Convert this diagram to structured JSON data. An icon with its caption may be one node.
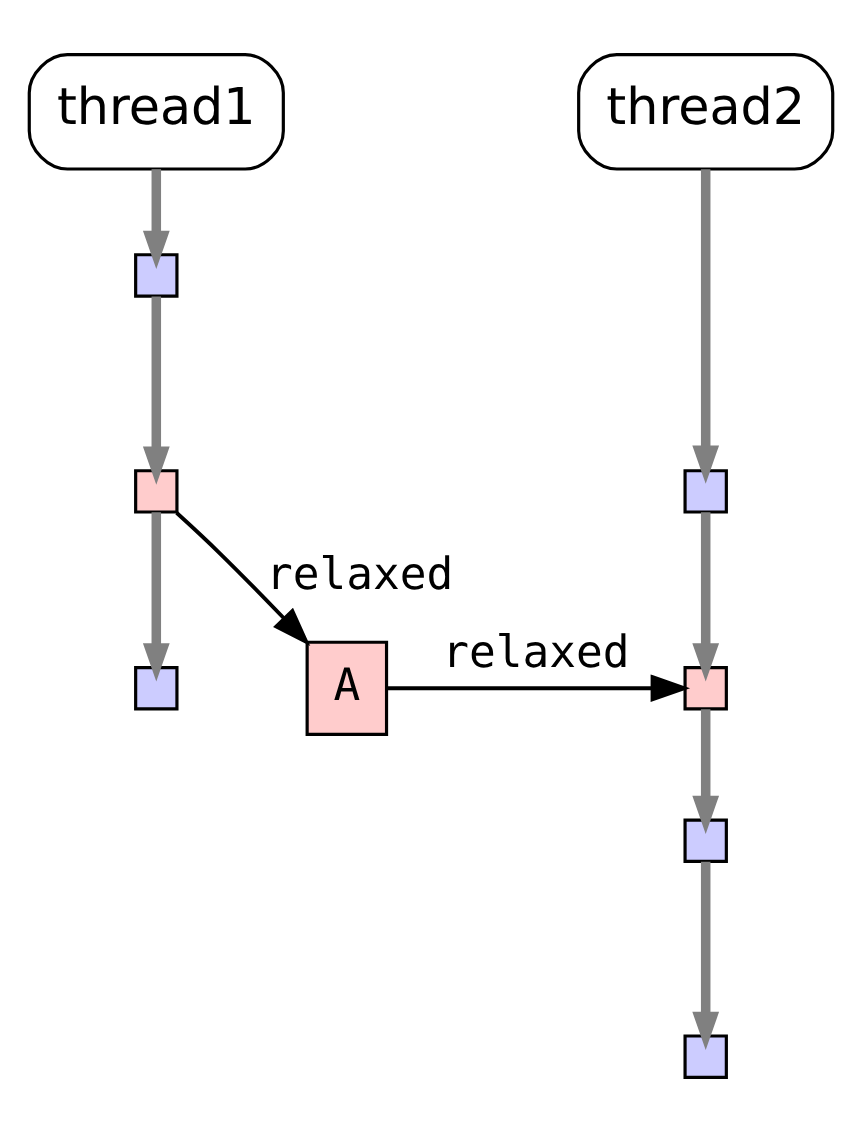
{
  "diagram": {
    "nodes": [
      {
        "text": [
          "thread1"
        ]
      },
      {
        "text": [
          "thread2"
        ]
      },
      {
        "text": [],
        "shape": "box"
      },
      {
        "text": [],
        "shape": "box"
      },
      {
        "text": [],
        "shape": "box"
      },
      {
        "text": [
          "A"
        ]
      },
      {
        "text": [],
        "shape": "box"
      },
      {
        "text": [],
        "shape": "box"
      },
      {
        "text": [],
        "shape": "box"
      },
      {
        "text": [],
        "shape": "box"
      }
    ],
    "edges": [
      {
        "from": 0,
        "to": 2,
        "arrow": "to"
      },
      {
        "from": 2,
        "to": 3,
        "arrow": "to"
      },
      {
        "from": 3,
        "to": 4,
        "arrow": "to"
      },
      {
        "from": 1,
        "to": 6,
        "arrow": "to"
      },
      {
        "from": 6,
        "to": 7,
        "arrow": "to"
      },
      {
        "from": 7,
        "to": 8,
        "arrow": "to"
      },
      {
        "from": 8,
        "to": 9,
        "arrow": "to"
      },
      {
        "from": 3,
        "to": 5,
        "arrow": "to",
        "label": "relaxed",
        "color": "#000000"
      },
      {
        "from": 5,
        "to": 7,
        "arrow": "to",
        "label": "relaxed",
        "color": "#000000"
      }
    ]
  }
}
